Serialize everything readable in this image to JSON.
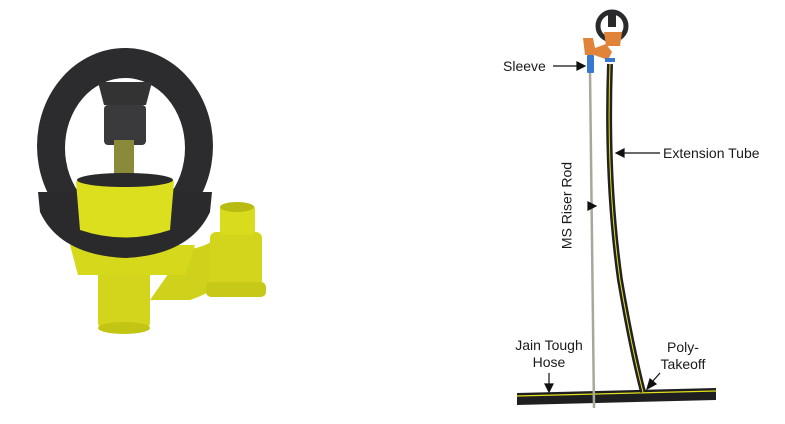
{
  "labels": {
    "sleeve": "Sleeve",
    "extension_tube": "Extension Tube",
    "riser_rod": "MS Riser Rod",
    "hose_line1": "Jain Tough",
    "hose_line2": "Hose",
    "takeoff_line1": "Poly-",
    "takeoff_line2": "Takeoff"
  },
  "colors": {
    "yellow": "#d9dc1c",
    "black": "#2a2a2c",
    "orange": "#e0843a",
    "blue": "#3a78d0"
  }
}
